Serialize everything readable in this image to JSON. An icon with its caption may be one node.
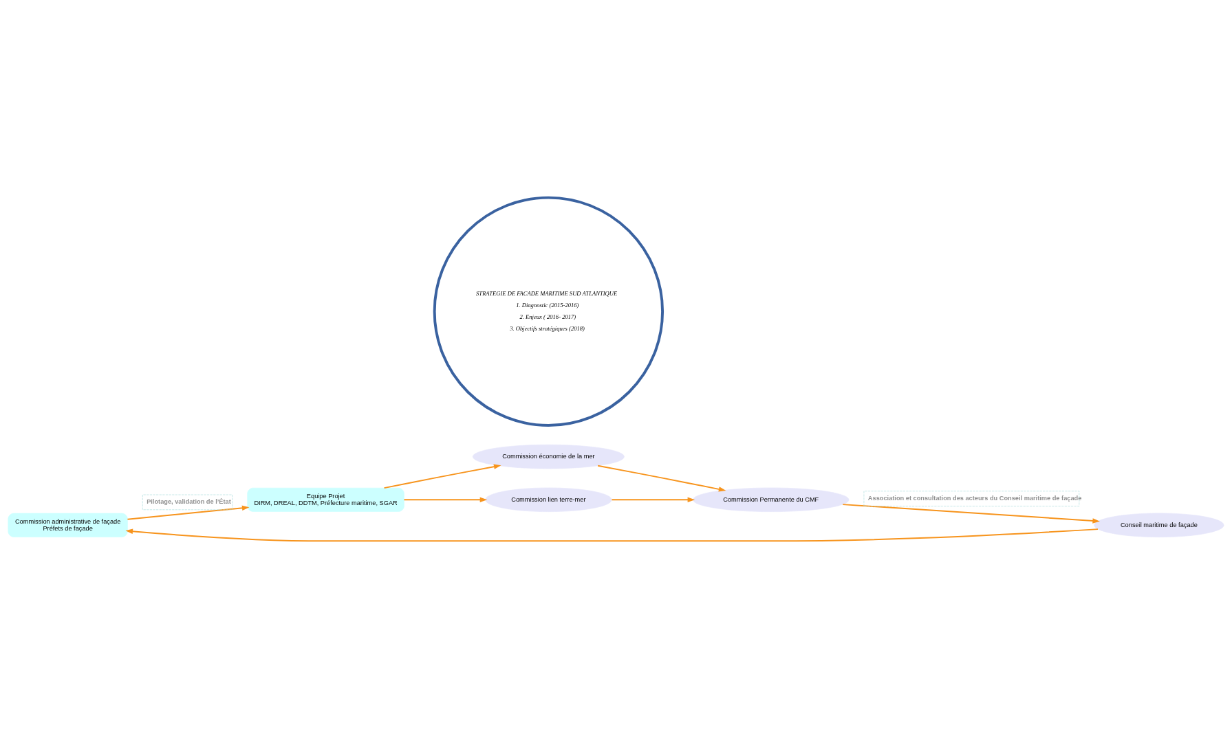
{
  "diagram": {
    "nodes": [
      {
        "text": [
          "Commission administrative de façade",
          "Préfets de façade"
        ]
      },
      {
        "text": [
          "Equipe Projet",
          "DIRM, DREAL, DDTM, Préfecture maritime, SGAR"
        ]
      },
      {
        "text": [
          "Commission économie de la mer"
        ]
      },
      {
        "text": [
          "Commission lien terre-mer"
        ]
      },
      {
        "text": [
          "Commission Permanente du CMF"
        ]
      },
      {
        "text": [
          "Conseil maritime de façade"
        ]
      },
      {
        "text": [
          "STRATEGIE DE FACADE MARITIME SUD ATLANTIQUE",
          "1. Diagnostic (2015-2016)",
          "2. Enjeux ( 2016- 2017)",
          "3. Objectifs stratégiques (2018)"
        ]
      }
    ],
    "edges": [
      {
        "from": 0,
        "to": 1,
        "arrow": "to",
        "label": "Pilotage, validation de l’État"
      },
      {
        "from": 1,
        "to": 2,
        "arrow": "to"
      },
      {
        "from": 1,
        "to": 3,
        "arrow": "to"
      },
      {
        "from": 2,
        "to": 4,
        "arrow": "to"
      },
      {
        "from": 3,
        "to": 4,
        "arrow": "to"
      },
      {
        "from": 4,
        "to": 5,
        "arrow": "to",
        "label": "Association et consultation des acteurs du Conseil maritime de façade"
      },
      {
        "from": 5,
        "to": 0,
        "arrow": "to"
      }
    ]
  }
}
